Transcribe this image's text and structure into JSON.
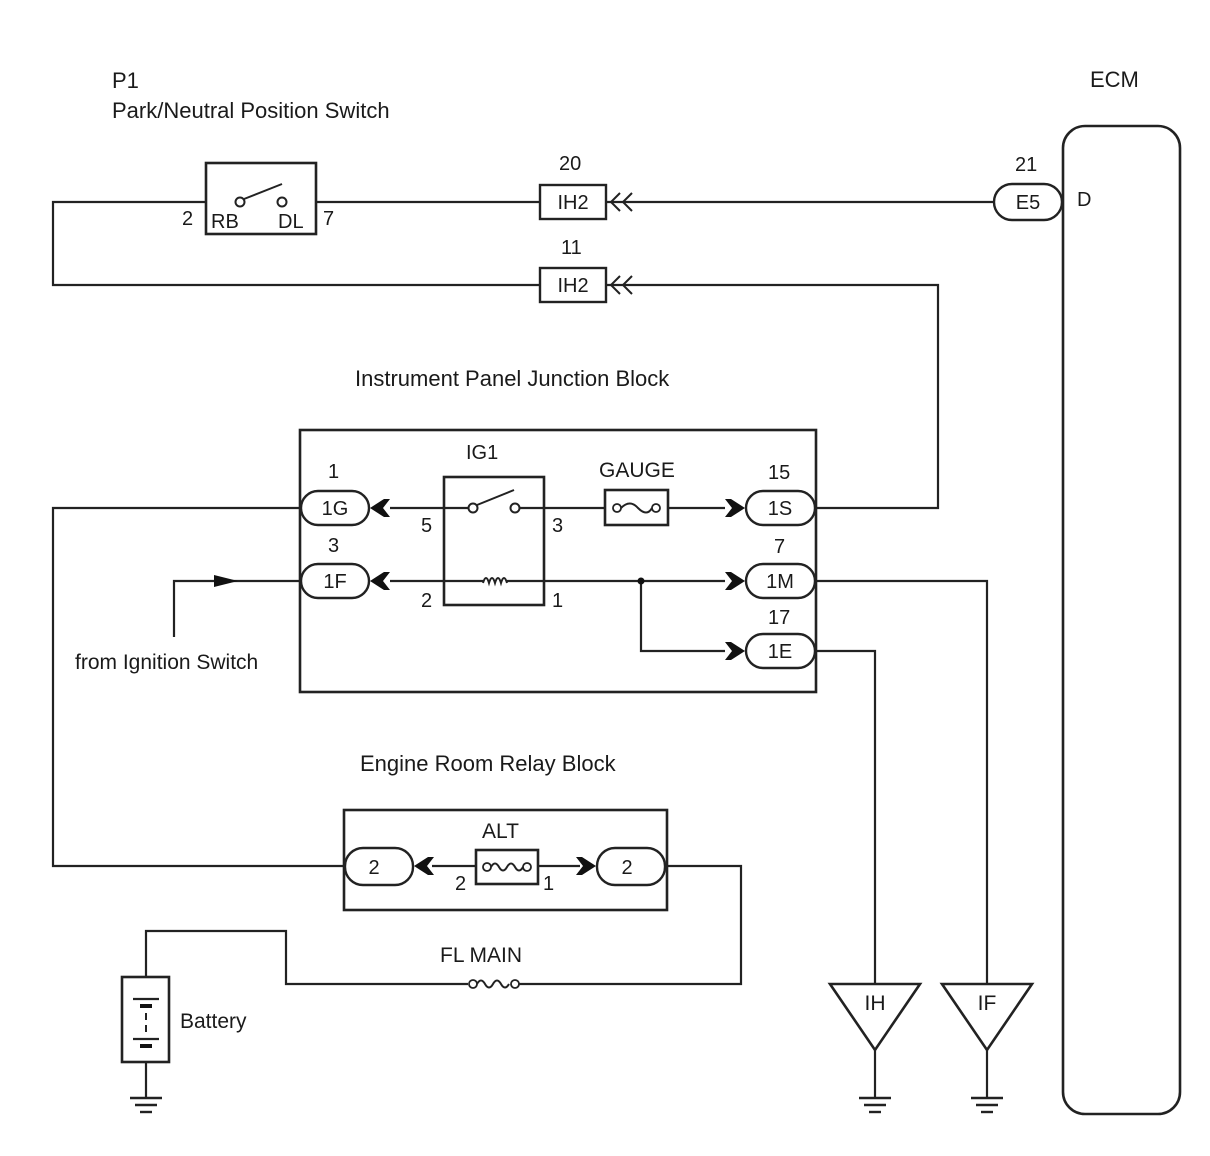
{
  "labels": {
    "switch_code": "P1",
    "switch_name": "Park/Neutral Position Switch",
    "switch_pin_left": "2",
    "switch_pin_right": "7",
    "switch_term_rb": "RB",
    "switch_term_dl": "DL",
    "ecm_title": "ECM",
    "ecm_terminal": "D",
    "ecm_pin": "21",
    "ecm_connector": "E5",
    "ih2_top_pin": "20",
    "ih2_top_label": "IH2",
    "ih2_bottom_pin": "11",
    "ih2_bottom_label": "IH2",
    "ipjb_title": "Instrument Panel Junction Block",
    "relay_name": "IG1",
    "fuse_gauge": "GAUGE",
    "conn_1g_pin": "1",
    "conn_1g": "1G",
    "conn_1f_pin": "3",
    "conn_1f": "1F",
    "conn_1s_pin": "15",
    "conn_1s": "1S",
    "conn_1m_pin": "7",
    "conn_1m": "1M",
    "conn_1e_pin": "17",
    "conn_1e": "1E",
    "relay_pin_5": "5",
    "relay_pin_3": "3",
    "relay_pin_2": "2",
    "relay_pin_1": "1",
    "from_ignition": "from Ignition Switch",
    "errb_title": "Engine Room Relay Block",
    "fuse_alt": "ALT",
    "errb_conn_left": "2",
    "errb_conn_right": "2",
    "alt_pin_left": "2",
    "alt_pin_right": "1",
    "fl_main": "FL MAIN",
    "battery": "Battery",
    "junction_ih": "IH",
    "junction_if": "IF"
  }
}
